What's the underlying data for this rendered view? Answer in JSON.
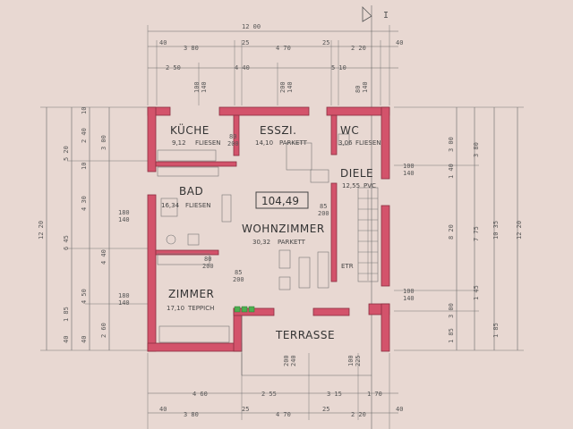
{
  "colors": {
    "background": "#e8d8d2",
    "wall": "#d3536b",
    "line": "#666666",
    "accent_green": "#4caf50"
  },
  "rooms": [
    {
      "name": "KÜCHE",
      "area": "9,12",
      "floor": "FLIESEN"
    },
    {
      "name": "ESSZI.",
      "area": "14,10",
      "floor": "PARKETT"
    },
    {
      "name": "WC",
      "area": "3,06",
      "floor": "FLIESEN"
    },
    {
      "name": "DIELE",
      "area": "12,55",
      "floor": "PVC"
    },
    {
      "name": "BAD",
      "area": "16,34",
      "floor": "FLIESEN"
    },
    {
      "name": "WOHNZIMMER",
      "area": "30,32",
      "floor": "PARKETT"
    },
    {
      "name": "ZIMMER",
      "area": "17,10",
      "floor": "TEPPICH"
    },
    {
      "name": "TERRASSE",
      "area": "",
      "floor": ""
    }
  ],
  "total_area": "104,49",
  "section_mark": "I",
  "dims_top": {
    "overall": "12 00",
    "row1": [
      "40",
      "3 80",
      "25",
      "4 70",
      "25",
      "2 20",
      "40"
    ],
    "row2": [
      "2 50",
      "4 40",
      "5 10"
    ]
  },
  "dims_bottom": {
    "row1": [
      "4 60",
      "2 55",
      "3 15",
      "1 70"
    ],
    "row2": [
      "40",
      "3 80",
      "25",
      "4 70",
      "25",
      "2 20",
      "40"
    ]
  },
  "dims_left": {
    "overall": "12 20",
    "col1": [
      "40",
      "5 20",
      "6 45",
      "1 85"
    ],
    "col2": [
      "10",
      "2 40",
      "10",
      "4 30",
      "4 40",
      "4 50",
      "40"
    ],
    "col3": [
      "3 00",
      "2 60"
    ]
  },
  "dims_right": {
    "overall": "12 20",
    "col1": [
      "10 35",
      "1 85"
    ],
    "col2": [
      "3 80",
      "7 75",
      "1 45"
    ],
    "col3": [
      "3 00",
      "1 40",
      "8 20",
      "3 00",
      "1 85"
    ]
  },
  "openings": [
    {
      "label": "100",
      "sub": "140"
    },
    {
      "label": "200",
      "sub": "140"
    },
    {
      "label": "80",
      "sub": "140"
    },
    {
      "label": "80",
      "sub": "200"
    },
    {
      "label": "180",
      "sub": "140"
    },
    {
      "label": "85",
      "sub": "200"
    },
    {
      "label": "80",
      "sub": "200"
    },
    {
      "label": "85",
      "sub": "200"
    },
    {
      "label": "180",
      "sub": "140"
    },
    {
      "label": "100",
      "sub": "140"
    },
    {
      "label": "100",
      "sub": "140"
    },
    {
      "label": "200",
      "sub": "240"
    },
    {
      "label": "100",
      "sub": "225"
    }
  ],
  "misc": {
    "etr": "ETR"
  }
}
